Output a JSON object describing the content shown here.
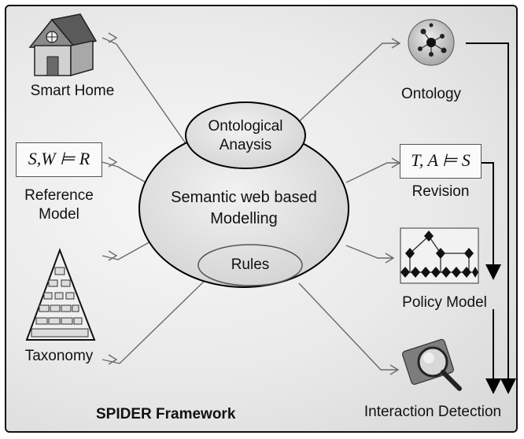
{
  "framework_title": "SPIDER Framework",
  "center": {
    "top_ellipse": "Ontological\nAnaysis",
    "main_ellipse": "Semantic web based\nModelling",
    "bottom_ellipse": "Rules"
  },
  "inputs": {
    "smart_home": "Smart Home",
    "reference_formula": "S,W ⊨ R",
    "reference_model": "Reference\nModel",
    "taxonomy": "Taxonomy"
  },
  "outputs": {
    "ontology": "Ontology",
    "revision_formula": "T, A ⊨ S",
    "revision": "Revision",
    "policy_model": "Policy Model",
    "interaction_detection": "Interaction Detection"
  },
  "icons": [
    "house-icon",
    "molecule-icon",
    "pyramid-icon",
    "decision-tree-icon",
    "magnifier-icon"
  ],
  "colors": {
    "ellipse_fill": "#e6e6e6",
    "line": "#555555",
    "arrow": "#000000"
  }
}
